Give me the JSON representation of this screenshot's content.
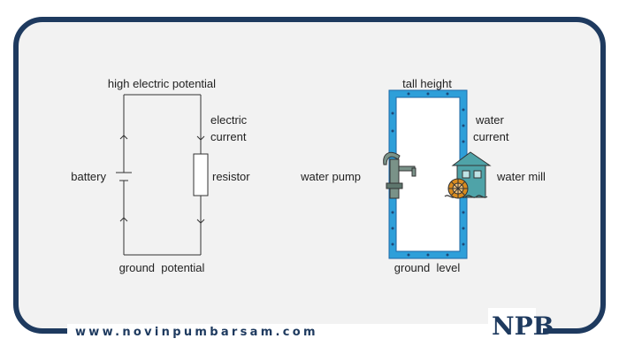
{
  "colors": {
    "frame": "#1e3a5f",
    "panel": "#f2f2f2",
    "pipe": "#2e9fd9",
    "water_building": "#4fa3a8",
    "wheel": "#d98b1e",
    "logo": "#1e3a5f"
  },
  "electric": {
    "top_label": "high electric potential",
    "current_label_line1": "electric",
    "current_label_line2": "current",
    "battery_label": "battery",
    "resistor_label": "resistor",
    "bottom_label": "ground  potential"
  },
  "water": {
    "top_label": "tall height",
    "current_label_line1": "water",
    "current_label_line2": "current",
    "pump_label": "water pump",
    "mill_label": "water mill",
    "bottom_label": "ground  level"
  },
  "footer": {
    "website": "www.novinpumbarsam.com",
    "logo_text": "NPB",
    "logo_icon": "npb-logo-icon"
  }
}
